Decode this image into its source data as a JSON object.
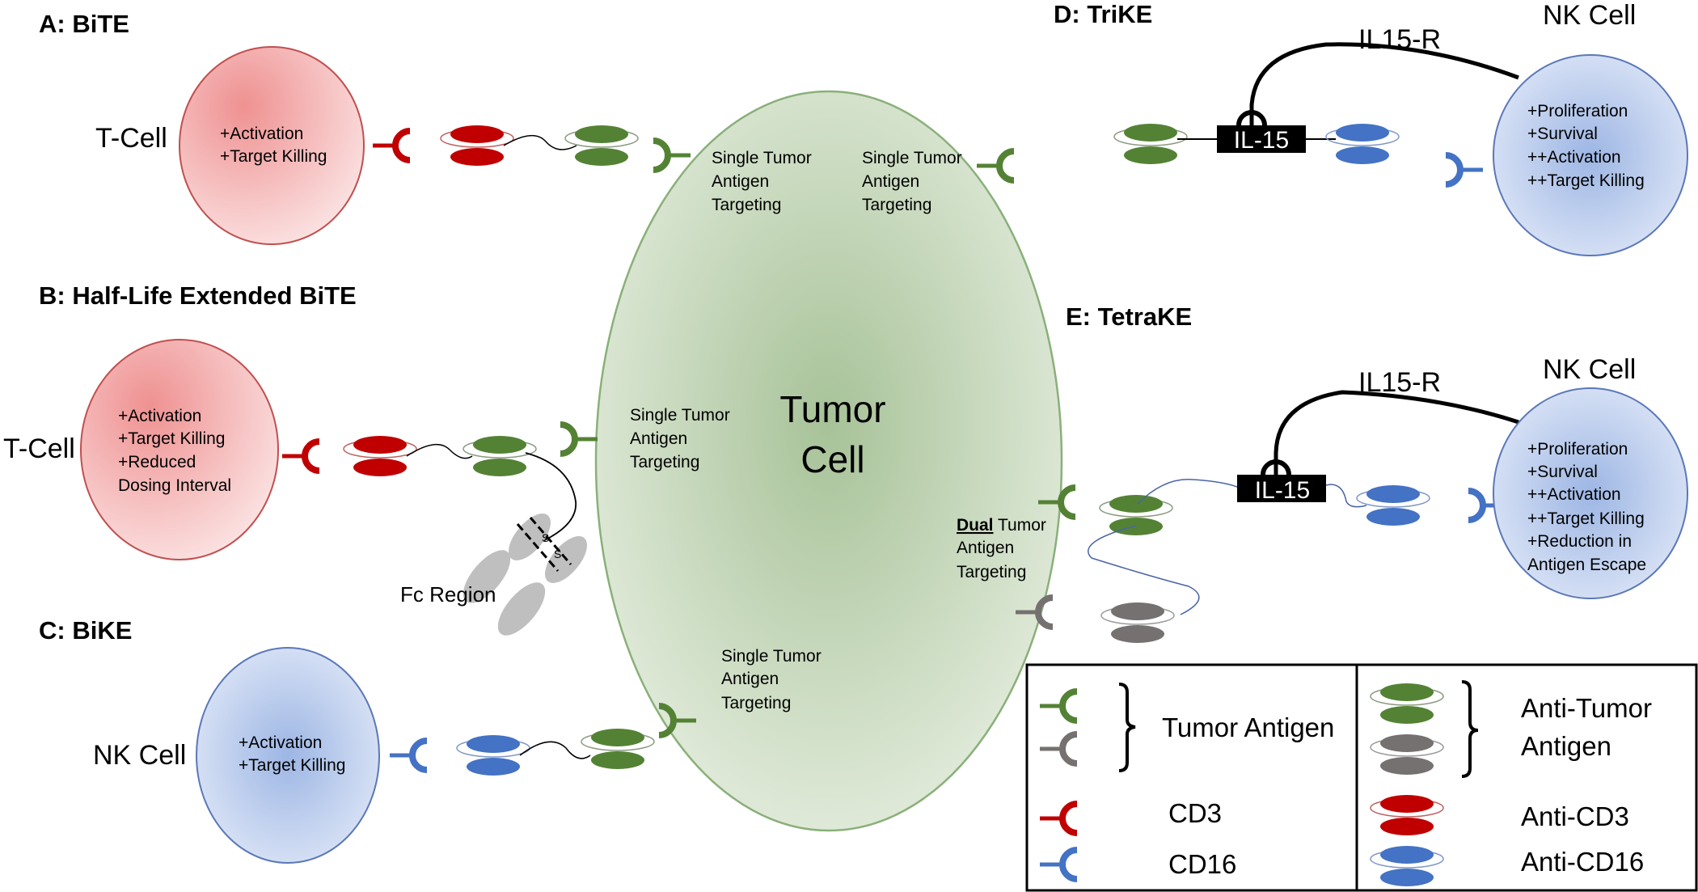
{
  "titles": {
    "a": "A: BiTE",
    "b": "B: Half-Life Extended BiTE",
    "c": "C: BiKE",
    "d": "D: TriKE",
    "e": "E: TetraKE"
  },
  "cells": {
    "tcell_a": {
      "label": "T-Cell",
      "lines": [
        "+Activation",
        "+Target Killing"
      ]
    },
    "tcell_b": {
      "label": "T-Cell",
      "lines": [
        "+Activation",
        "+Target Killing",
        "+Reduced",
        "Dosing Interval"
      ]
    },
    "nk_c": {
      "label": "NK Cell",
      "lines": [
        "+Activation",
        "+Target Killing"
      ]
    },
    "nk_d": {
      "label": "NK Cell",
      "lines": [
        "+Proliferation",
        "+Survival",
        "++Activation",
        "++Target Killing"
      ]
    },
    "nk_e": {
      "label": "NK Cell",
      "lines": [
        "+Proliferation",
        "+Survival",
        "++Activation",
        "++Target Killing",
        "+Reduction in",
        "Antigen Escape"
      ]
    },
    "tumor": {
      "lines": [
        "Tumor",
        "Cell"
      ]
    }
  },
  "annotations": {
    "single_a": [
      "Single Tumor",
      "Antigen",
      "Targeting"
    ],
    "single_d": [
      "Single Tumor",
      "Antigen",
      "Targeting"
    ],
    "single_b": [
      "Single Tumor",
      "Antigen",
      "Targeting"
    ],
    "single_c": [
      "Single Tumor",
      "Antigen",
      "Targeting"
    ],
    "dual_word": "Dual",
    "dual_rest": " Tumor",
    "dual_lines": [
      "Antigen",
      "Targeting"
    ],
    "fc_region": "Fc Region",
    "il15r_d": "IL15-R",
    "il15r_e": "IL15-R",
    "il15_d": "IL-15",
    "il15_e": "IL-15"
  },
  "legend": {
    "tumor_antigen": "Tumor Antigen",
    "cd3": "CD3",
    "cd16": "CD16",
    "anti_tumor": [
      "Anti-Tumor",
      "Antigen"
    ],
    "anti_cd3": "Anti-CD3",
    "anti_cd16": "Anti-CD16"
  },
  "colors": {
    "green": "#548235",
    "gray": "#767171",
    "red": "#c00000",
    "blue": "#4472c4",
    "tumor_fill": "#a9c39a",
    "nk_fill": "#b4c7e7",
    "tcell_fill": "#f2a3a3"
  }
}
